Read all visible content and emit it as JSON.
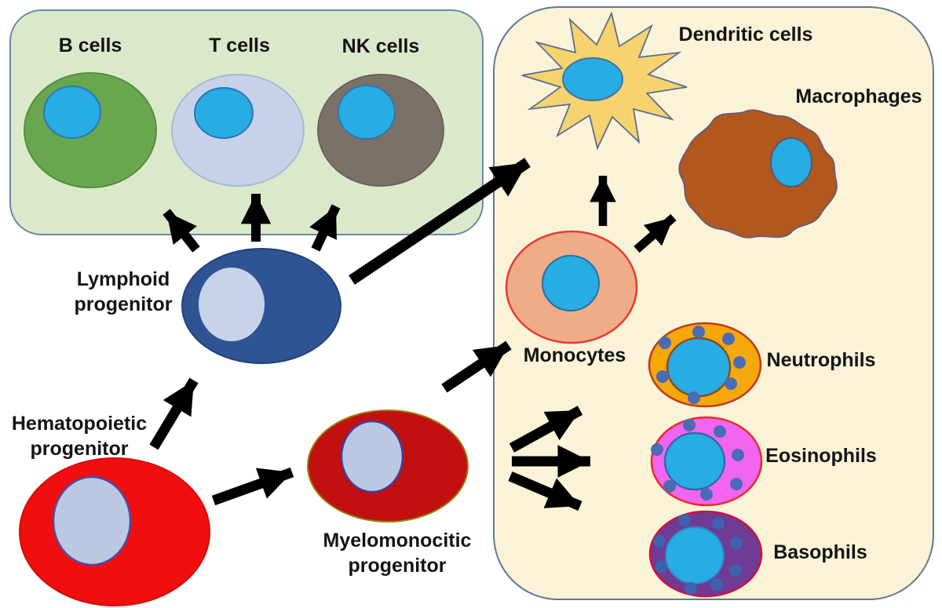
{
  "diagram": {
    "type": "cell-differentiation",
    "title": "",
    "progenitors": [
      {
        "id": "hematopoietic",
        "label": "Hematopoietic progenitor",
        "color": "#f10e0e",
        "nucleus_color": "#bcc8e2"
      },
      {
        "id": "lymphoid",
        "label": "Lymphoid progenitor",
        "color": "#2e5494",
        "nucleus_color": "#c8d3ea"
      },
      {
        "id": "myelomonocitic",
        "label": "Myelomonocitic progenitor",
        "color": "#c21010",
        "nucleus_color": "#bcc8e2"
      }
    ],
    "lymphoid_panel": {
      "background": "#dbe9cb",
      "border_color": "#6d89a8",
      "cells": [
        {
          "id": "b_cells",
          "label": "B cells",
          "color": "#69a74e"
        },
        {
          "id": "t_cells",
          "label": "T cells",
          "color": "#c7d1e8"
        },
        {
          "id": "nk_cells",
          "label": "NK cells",
          "color": "#7a7268"
        }
      ]
    },
    "myeloid_panel": {
      "background": "#fbf3d7",
      "border_color": "#5d7899",
      "cells": [
        {
          "id": "dendritic",
          "label": "Dendritic cells",
          "color": "#f6d36e"
        },
        {
          "id": "macrophages",
          "label": "Macrophages",
          "color": "#b2581e"
        },
        {
          "id": "monocytes",
          "label": "Monocytes",
          "color": "#efac88"
        },
        {
          "id": "neutrophils",
          "label": "Neutrophils",
          "color": "#f5a80c"
        },
        {
          "id": "eosinophils",
          "label": "Eosinophils",
          "color": "#f165f1"
        },
        {
          "id": "basophils",
          "label": "Basophils",
          "color": "#6f3b94"
        }
      ]
    },
    "edges": [
      {
        "from": "hematopoietic",
        "to": "lymphoid"
      },
      {
        "from": "hematopoietic",
        "to": "myelomonocitic"
      },
      {
        "from": "lymphoid",
        "to": "b_cells"
      },
      {
        "from": "lymphoid",
        "to": "t_cells"
      },
      {
        "from": "lymphoid",
        "to": "nk_cells"
      },
      {
        "from": "lymphoid",
        "to": "dendritic"
      },
      {
        "from": "myelomonocitic",
        "to": "monocytes"
      },
      {
        "from": "myelomonocitic",
        "to": "neutrophils"
      },
      {
        "from": "myelomonocitic",
        "to": "eosinophils"
      },
      {
        "from": "myelomonocitic",
        "to": "basophils"
      },
      {
        "from": "monocytes",
        "to": "dendritic"
      },
      {
        "from": "monocytes",
        "to": "macrophages"
      }
    ],
    "colors": {
      "background": "#ffffff",
      "nucleus": "#27ace4",
      "granule": "#4a6bb5",
      "arrow": "#000000",
      "label_text": "#141414"
    }
  }
}
